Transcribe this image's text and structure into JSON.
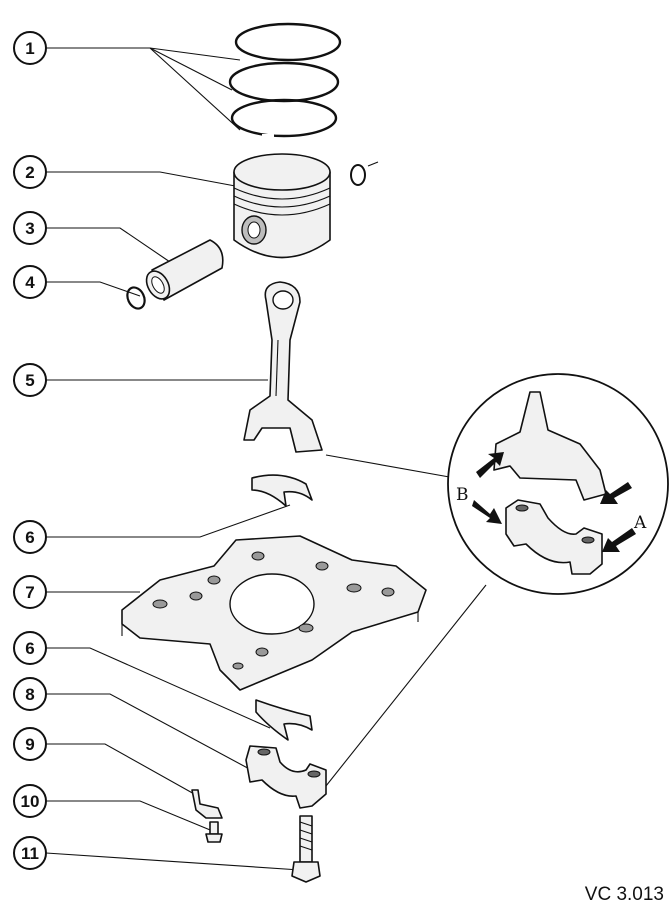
{
  "callouts": [
    {
      "number": "1"
    },
    {
      "number": "2"
    },
    {
      "number": "3"
    },
    {
      "number": "4"
    },
    {
      "number": "5"
    },
    {
      "number": "6"
    },
    {
      "number": "7"
    },
    {
      "number": "6"
    },
    {
      "number": "8"
    },
    {
      "number": "9"
    },
    {
      "number": "10"
    },
    {
      "number": "11"
    }
  ],
  "detail_labels": {
    "a": "A",
    "b": "B"
  },
  "reference_code": "VC 3.013"
}
